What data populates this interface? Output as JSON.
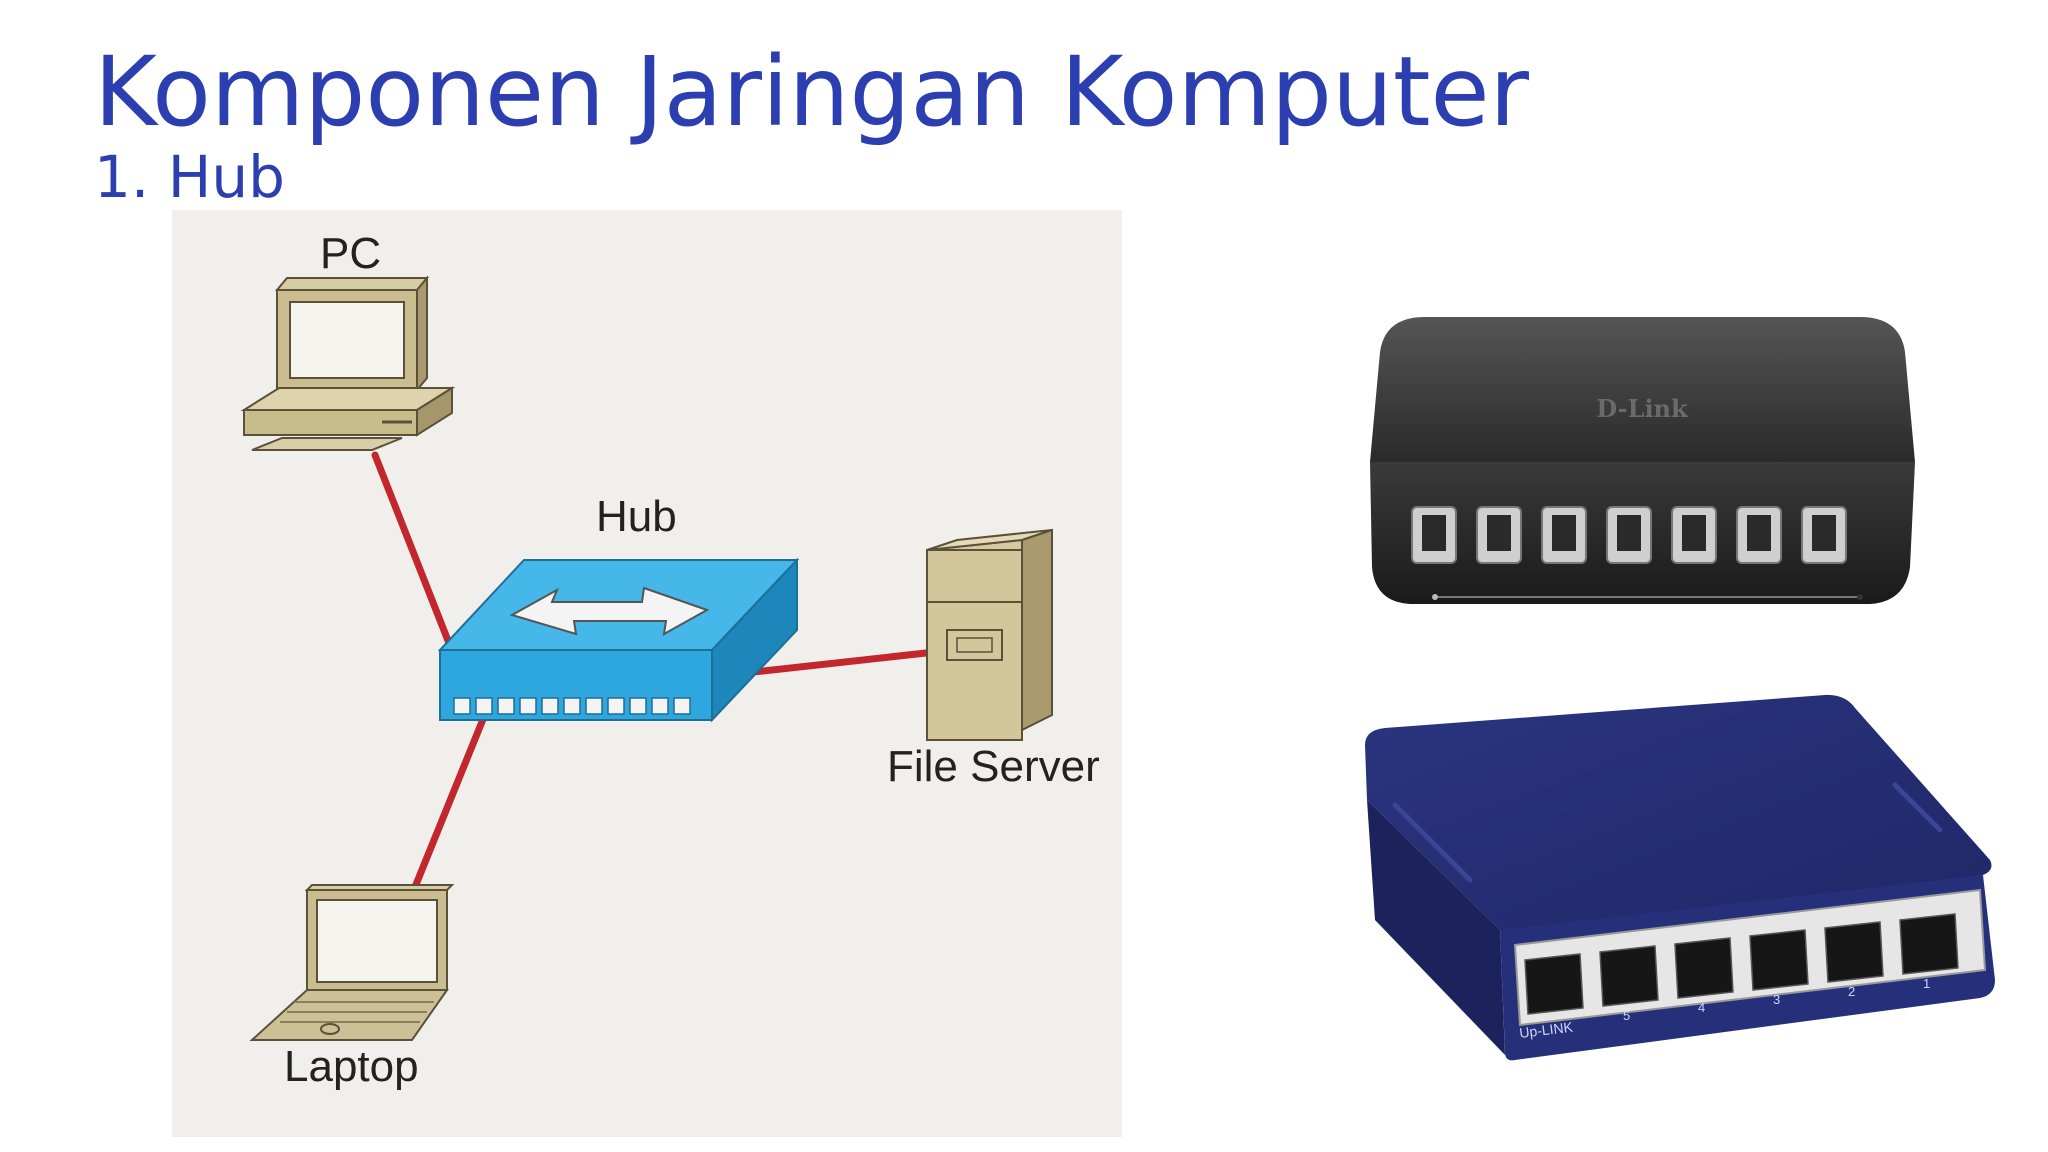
{
  "slide": {
    "title": "Komponen Jaringan Komputer",
    "subtitle": "1. Hub"
  },
  "diagram": {
    "labels": {
      "pc": "PC",
      "hub": "Hub",
      "file_server": "File Server",
      "laptop": "Laptop"
    },
    "cable_color": "#c1272d",
    "hub_color": "#2ea7de"
  },
  "photos": {
    "usb_hub": {
      "brand": "D-Link",
      "icon": "usb-hub-photo"
    },
    "ethernet_hub": {
      "uplink_label": "Up-LINK",
      "port_numbers": [
        "5",
        "4",
        "3",
        "2",
        "1"
      ],
      "icon": "ethernet-hub-photo"
    }
  },
  "colors": {
    "title": "#2b3fb0",
    "diagram_background": "#f1efec"
  }
}
